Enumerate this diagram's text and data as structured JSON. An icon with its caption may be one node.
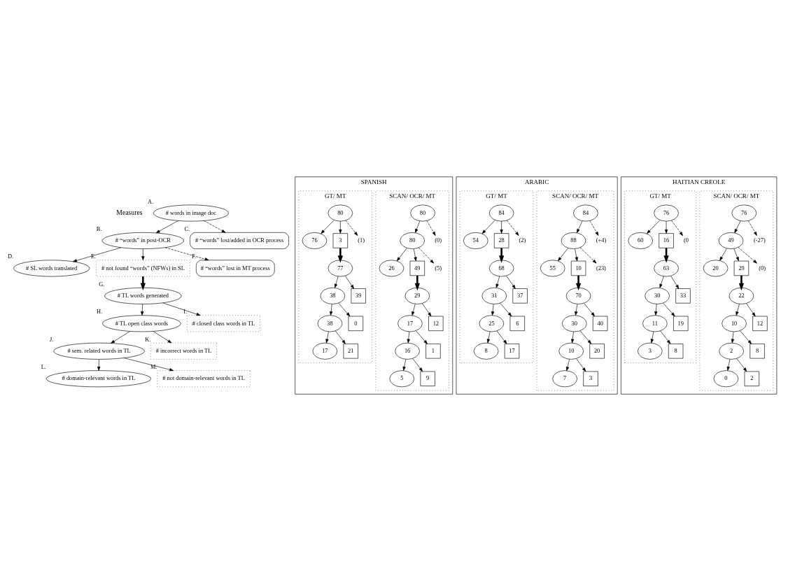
{
  "diagram": {
    "nodes": [
      {
        "text": [
          "# words in image doc"
        ],
        "beside": [
          "A."
        ]
      },
      {
        "text": [
          "# “words” in post-OCR"
        ],
        "beside": [
          "B."
        ]
      },
      {
        "text": [
          "# “words” lost/added in OCR process"
        ],
        "beside": [
          "C."
        ]
      },
      {
        "text": [
          "# SL words translated"
        ],
        "beside": [
          "D."
        ]
      },
      {
        "text": [
          "# not found “words” (NFWs) in SL"
        ],
        "beside": [
          "E."
        ]
      },
      {
        "text": [
          "# “words” lost in MT process"
        ],
        "beside": [
          "F."
        ]
      },
      {
        "text": [
          "# TL words generated"
        ],
        "beside": [
          "G."
        ]
      },
      {
        "text": [
          "# TL open class words"
        ],
        "beside": [
          "H."
        ]
      },
      {
        "text": [
          "# closed class words in TL"
        ],
        "beside": [
          "I."
        ]
      },
      {
        "text": [
          "# sem. related words in TL"
        ],
        "beside": [
          "J."
        ]
      },
      {
        "text": [
          "# incorrect words in TL"
        ],
        "beside": [
          "K."
        ]
      },
      {
        "text": [
          "# domain-relevant words in TL"
        ],
        "beside": [
          "L."
        ]
      },
      {
        "text": [
          "# not domain-relevant words in TL"
        ],
        "beside": [
          "M."
        ]
      },
      {
        "text": [
          "SPANISH"
        ]
      },
      {
        "text": [
          "SCAN/ OCR/ MT"
        ],
        "in": 13
      },
      {
        "text": [
          "80"
        ],
        "in": 14
      },
      {
        "text": [
          "80"
        ],
        "in": 14
      },
      {
        "text": [
          "(0)"
        ],
        "in": 14
      },
      {
        "text": [
          "26"
        ],
        "in": 14
      },
      {
        "text": [
          "49"
        ],
        "in": 14
      },
      {
        "text": [
          "(5)"
        ],
        "in": 14
      },
      {
        "text": [
          "29"
        ],
        "in": 14
      },
      {
        "text": [
          "17"
        ],
        "in": 14
      },
      {
        "text": [
          "12"
        ],
        "in": 14
      },
      {
        "text": [
          "16"
        ],
        "in": 14
      },
      {
        "text": [
          "1"
        ],
        "in": 14
      },
      {
        "text": [
          "5"
        ],
        "in": 14
      },
      {
        "text": [
          "9"
        ],
        "in": 14
      },
      {
        "text": [
          "GT/ MT"
        ],
        "in": 13
      },
      {
        "text": [
          "80"
        ],
        "in": 28
      },
      {
        "text": [
          "76"
        ],
        "in": 28
      },
      {
        "text": [
          "3"
        ],
        "in": 28
      },
      {
        "text": [
          "(1)"
        ],
        "in": 28
      },
      {
        "text": [
          "77"
        ],
        "in": 28
      },
      {
        "text": [
          "38"
        ],
        "in": 28
      },
      {
        "text": [
          "39"
        ],
        "in": 28
      },
      {
        "text": [
          "38"
        ],
        "in": 28
      },
      {
        "text": [
          "0"
        ],
        "in": 28
      },
      {
        "text": [
          "17"
        ],
        "in": 28
      },
      {
        "text": [
          "21"
        ],
        "in": 28
      },
      {
        "text": [
          "ARABIC"
        ]
      },
      {
        "text": [
          "SCAN/ OCR/ MT"
        ],
        "in": 40
      },
      {
        "text": [
          "84"
        ],
        "in": 41
      },
      {
        "text": [
          "88"
        ],
        "in": 41
      },
      {
        "text": [
          "(+4)"
        ],
        "in": 41
      },
      {
        "text": [
          "55"
        ],
        "in": 41
      },
      {
        "text": [
          "10"
        ],
        "in": 41
      },
      {
        "text": [
          "(23)"
        ],
        "in": 41
      },
      {
        "text": [
          "70"
        ],
        "in": 41
      },
      {
        "text": [
          "30"
        ],
        "in": 41
      },
      {
        "text": [
          "40"
        ],
        "in": 41
      },
      {
        "text": [
          "10"
        ],
        "in": 41
      },
      {
        "text": [
          "20"
        ],
        "in": 41
      },
      {
        "text": [
          "7"
        ],
        "in": 41
      },
      {
        "text": [
          "3"
        ],
        "in": 41
      },
      {
        "text": [
          "GT/ MT"
        ],
        "in": 40
      },
      {
        "text": [
          "84"
        ],
        "in": 55
      },
      {
        "text": [
          "54"
        ],
        "in": 55
      },
      {
        "text": [
          "28"
        ],
        "in": 55
      },
      {
        "text": [
          "(2)"
        ],
        "in": 55
      },
      {
        "text": [
          "68"
        ],
        "in": 55
      },
      {
        "text": [
          "31"
        ],
        "in": 55
      },
      {
        "text": [
          "37"
        ],
        "in": 55
      },
      {
        "text": [
          "25"
        ],
        "in": 55
      },
      {
        "text": [
          "6"
        ],
        "in": 55
      },
      {
        "text": [
          "8"
        ],
        "in": 55
      },
      {
        "text": [
          "17"
        ],
        "in": 55
      },
      {
        "text": [
          "HAITIAN CREOLE"
        ]
      },
      {
        "text": [
          "SCAN/ OCR/ MT"
        ],
        "in": 67
      },
      {
        "text": [
          "76"
        ],
        "in": 68
      },
      {
        "text": [
          "49"
        ],
        "in": 68
      },
      {
        "text": [
          "(-27)"
        ],
        "in": 68
      },
      {
        "text": [
          "20"
        ],
        "in": 68
      },
      {
        "text": [
          "29"
        ],
        "in": 68
      },
      {
        "text": [
          "(0)"
        ],
        "in": 68
      },
      {
        "text": [
          "22"
        ],
        "in": 68
      },
      {
        "text": [
          "10"
        ],
        "in": 68
      },
      {
        "text": [
          "12"
        ],
        "in": 68
      },
      {
        "text": [
          "2"
        ],
        "in": 68
      },
      {
        "text": [
          "8"
        ],
        "in": 68
      },
      {
        "text": [
          "0"
        ],
        "in": 68
      },
      {
        "text": [
          "2"
        ],
        "in": 68
      },
      {
        "text": [
          "GT/ MT"
        ],
        "in": 67
      },
      {
        "text": [
          "76"
        ],
        "in": 82
      },
      {
        "text": [
          "60"
        ],
        "in": 82
      },
      {
        "text": [
          "16"
        ],
        "in": 82
      },
      {
        "text": [
          "(0"
        ],
        "in": 82
      },
      {
        "text": [
          "63"
        ],
        "in": 82
      },
      {
        "text": [
          "30"
        ],
        "in": 82
      },
      {
        "text": [
          "33"
        ],
        "in": 82
      },
      {
        "text": [
          "11"
        ],
        "in": 82
      },
      {
        "text": [
          "19"
        ],
        "in": 82
      },
      {
        "text": [
          "3"
        ],
        "in": 82
      },
      {
        "text": [
          "8"
        ],
        "in": 82
      }
    ],
    "edges": [
      {
        "from": 0,
        "to": 1,
        "arrow": "to"
      },
      {
        "from": 0,
        "to": 2,
        "arrow": "to",
        "style": "dashed"
      },
      {
        "from": 1,
        "to": 3,
        "arrow": "to"
      },
      {
        "from": 1,
        "to": 4,
        "arrow": "to"
      },
      {
        "from": 1,
        "to": 5,
        "arrow": "to",
        "style": "dashed"
      },
      {
        "from": 4,
        "to": 6,
        "arrow": "to",
        "style": "thick"
      },
      {
        "from": 6,
        "to": 7,
        "arrow": "to"
      },
      {
        "from": 6,
        "to": 8,
        "arrow": "to"
      },
      {
        "from": 7,
        "to": 9,
        "arrow": "to"
      },
      {
        "from": 7,
        "to": 10,
        "arrow": "to"
      },
      {
        "from": 9,
        "to": 11,
        "arrow": "to"
      },
      {
        "from": 9,
        "to": 12,
        "arrow": "to"
      },
      {
        "from": 15,
        "to": 16,
        "arrow": "to"
      },
      {
        "from": 15,
        "to": 17,
        "arrow": "to",
        "style": "dashed"
      },
      {
        "from": 16,
        "to": 18,
        "arrow": "to"
      },
      {
        "from": 16,
        "to": 19,
        "arrow": "to"
      },
      {
        "from": 16,
        "to": 20,
        "arrow": "to",
        "style": "dashed"
      },
      {
        "from": 19,
        "to": 21,
        "arrow": "to",
        "style": "thick"
      },
      {
        "from": 21,
        "to": 22,
        "arrow": "to"
      },
      {
        "from": 21,
        "to": 23,
        "arrow": "to"
      },
      {
        "from": 22,
        "to": 24,
        "arrow": "to"
      },
      {
        "from": 22,
        "to": 25,
        "arrow": "to"
      },
      {
        "from": 24,
        "to": 26,
        "arrow": "to"
      },
      {
        "from": 24,
        "to": 27,
        "arrow": "to"
      },
      {
        "from": 29,
        "to": 30,
        "arrow": "to"
      },
      {
        "from": 29,
        "to": 31,
        "arrow": "to"
      },
      {
        "from": 29,
        "to": 32,
        "arrow": "to",
        "style": "dashed"
      },
      {
        "from": 31,
        "to": 33,
        "arrow": "to",
        "style": "thick"
      },
      {
        "from": 33,
        "to": 34,
        "arrow": "to"
      },
      {
        "from": 33,
        "to": 35,
        "arrow": "to"
      },
      {
        "from": 34,
        "to": 36,
        "arrow": "to"
      },
      {
        "from": 34,
        "to": 37,
        "arrow": "to"
      },
      {
        "from": 36,
        "to": 38,
        "arrow": "to"
      },
      {
        "from": 36,
        "to": 39,
        "arrow": "to"
      },
      {
        "from": 42,
        "to": 43,
        "arrow": "to"
      },
      {
        "from": 42,
        "to": 44,
        "arrow": "to",
        "style": "dashed"
      },
      {
        "from": 43,
        "to": 45,
        "arrow": "to"
      },
      {
        "from": 43,
        "to": 46,
        "arrow": "to"
      },
      {
        "from": 43,
        "to": 47,
        "arrow": "to",
        "style": "dashed"
      },
      {
        "from": 46,
        "to": 48,
        "arrow": "to",
        "style": "thick"
      },
      {
        "from": 48,
        "to": 49,
        "arrow": "to"
      },
      {
        "from": 48,
        "to": 50,
        "arrow": "to"
      },
      {
        "from": 49,
        "to": 51,
        "arrow": "to"
      },
      {
        "from": 49,
        "to": 52,
        "arrow": "to"
      },
      {
        "from": 51,
        "to": 53,
        "arrow": "to"
      },
      {
        "from": 51,
        "to": 54,
        "arrow": "to"
      },
      {
        "from": 56,
        "to": 57,
        "arrow": "to"
      },
      {
        "from": 56,
        "to": 58,
        "arrow": "to"
      },
      {
        "from": 56,
        "to": 59,
        "arrow": "to",
        "style": "dashed"
      },
      {
        "from": 58,
        "to": 60,
        "arrow": "to",
        "style": "thick"
      },
      {
        "from": 60,
        "to": 61,
        "arrow": "to"
      },
      {
        "from": 60,
        "to": 62,
        "arrow": "to"
      },
      {
        "from": 61,
        "to": 63,
        "arrow": "to"
      },
      {
        "from": 61,
        "to": 64,
        "arrow": "to"
      },
      {
        "from": 63,
        "to": 65,
        "arrow": "to"
      },
      {
        "from": 63,
        "to": 66,
        "arrow": "to"
      },
      {
        "from": 69,
        "to": 70,
        "arrow": "to"
      },
      {
        "from": 69,
        "to": 71,
        "arrow": "to",
        "style": "dashed"
      },
      {
        "from": 70,
        "to": 72,
        "arrow": "to"
      },
      {
        "from": 70,
        "to": 73,
        "arrow": "to"
      },
      {
        "from": 70,
        "to": 74,
        "arrow": "to",
        "style": "dashed"
      },
      {
        "from": 73,
        "to": 75,
        "arrow": "to",
        "style": "thick"
      },
      {
        "from": 75,
        "to": 76,
        "arrow": "to"
      },
      {
        "from": 75,
        "to": 77,
        "arrow": "to"
      },
      {
        "from": 76,
        "to": 78,
        "arrow": "to"
      },
      {
        "from": 76,
        "to": 79,
        "arrow": "to"
      },
      {
        "from": 78,
        "to": 80,
        "arrow": "to"
      },
      {
        "from": 78,
        "to": 81,
        "arrow": "to"
      },
      {
        "from": 83,
        "to": 84,
        "arrow": "to"
      },
      {
        "from": 83,
        "to": 85,
        "arrow": "to"
      },
      {
        "from": 83,
        "to": 86,
        "arrow": "to",
        "style": "dashed"
      },
      {
        "from": 85,
        "to": 87,
        "arrow": "to",
        "style": "thick"
      },
      {
        "from": 87,
        "to": 88,
        "arrow": "to"
      },
      {
        "from": 87,
        "to": 89,
        "arrow": "to"
      },
      {
        "from": 88,
        "to": 90,
        "arrow": "to"
      },
      {
        "from": 88,
        "to": 91,
        "arrow": "to"
      },
      {
        "from": 90,
        "to": 92,
        "arrow": "to"
      },
      {
        "from": 90,
        "to": 93,
        "arrow": "to"
      }
    ],
    "labels": [
      "Measures"
    ]
  }
}
